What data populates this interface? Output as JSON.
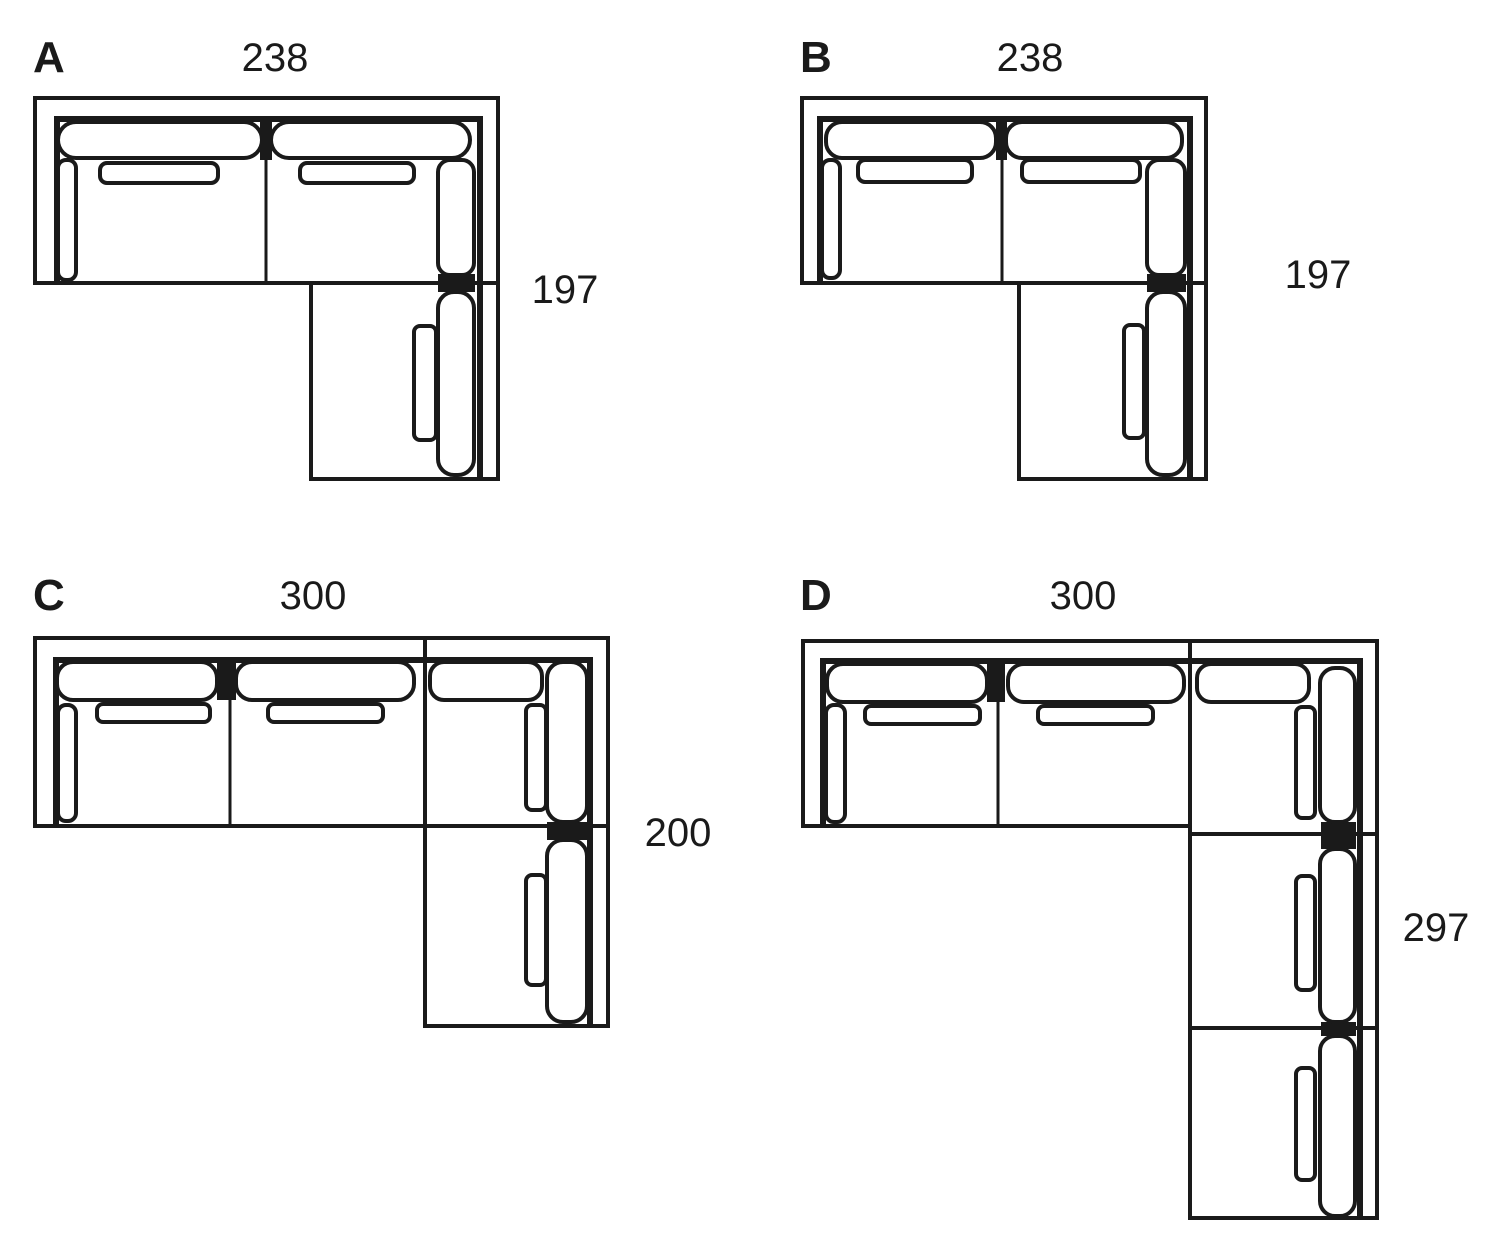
{
  "diagrams": [
    {
      "label": "A",
      "width": "238",
      "depth": "197"
    },
    {
      "label": "B",
      "width": "238",
      "depth": "197"
    },
    {
      "label": "C",
      "width": "300",
      "depth": "200"
    },
    {
      "label": "D",
      "width": "300",
      "depth": "297"
    }
  ],
  "colors": {
    "line": "#1a1a1a",
    "background": "#ffffff"
  }
}
